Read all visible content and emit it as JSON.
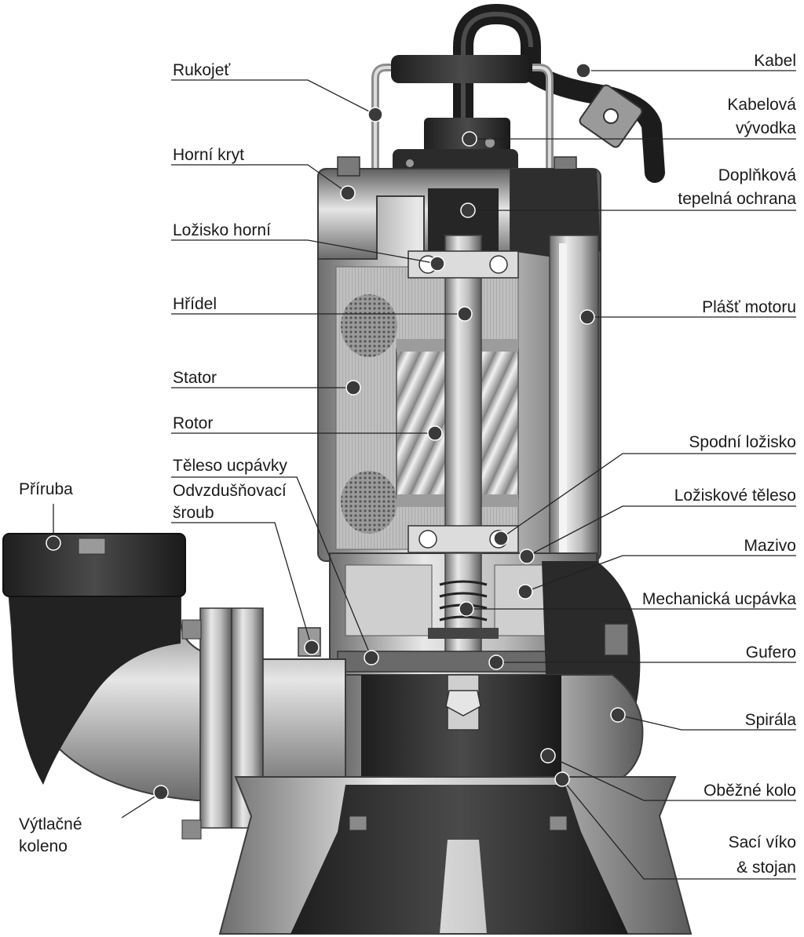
{
  "labels": {
    "rukojet": "Rukojeť",
    "horni_kryt": "Horní kryt",
    "lozisko_horni": "Ložisko horní",
    "hridel": "Hřídel",
    "stator": "Stator",
    "rotor": "Rotor",
    "teleso_ucpavky": "Těleso ucpávky",
    "odvzdusnovaci_1": "Odvzdušňovací",
    "odvzdusnovaci_2": "šroub",
    "priruba": "Příruba",
    "vytlacne_1": "Výtlačné",
    "vytlacne_2": "koleno",
    "kabel": "Kabel",
    "kabelova_1": "Kabelová",
    "kabelova_2": "vývodka",
    "doplnkova_1": "Doplňková",
    "doplnkova_2": "tepelná ochrana",
    "plast_motoru": "Plášť motoru",
    "spodni_lozisko": "Spodní ložisko",
    "loziskove_teleso": "Ložiskové těleso",
    "mazivo": "Mazivo",
    "mechanicka_ucpavka": "Mechanická ucpávka",
    "gufero": "Gufero",
    "spirala": "Spirála",
    "obezne_kolo": "Oběžné kolo",
    "saci_1": "Sací víko",
    "saci_2": "& stojan"
  }
}
